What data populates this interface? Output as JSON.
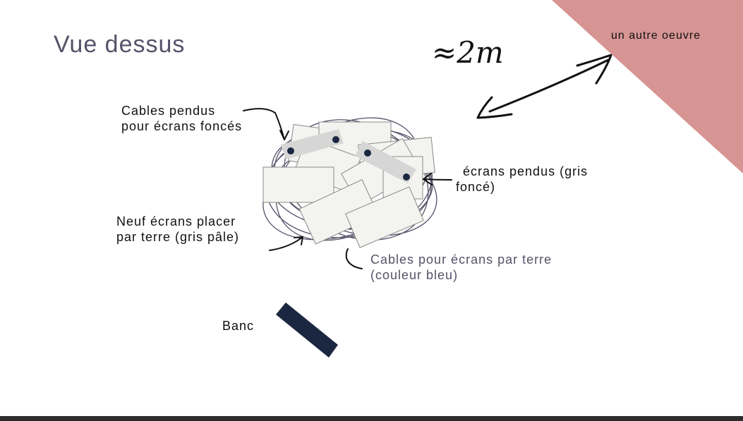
{
  "title": "Vue dessus",
  "distance_label": "≈2m",
  "other_work_label": "un autre  oeuvre",
  "labels": {
    "hanging_cables": [
      "Cables pendus",
      "pour écrans foncés"
    ],
    "hanging_screens": [
      "écrans pendus (gris",
      "foncé)"
    ],
    "floor_screens": [
      "Neuf écrans placer",
      "par terre (gris pâle)"
    ],
    "floor_cables": [
      "Cables pour écrans par terre",
      "(couleur bleu)"
    ],
    "bench": "Banc"
  },
  "colors": {
    "other_work": "#d69493",
    "screen_light": "#f3f3f0",
    "screen_dark": "#d6d6d6",
    "cable": "#545369",
    "bench": "#1b2740",
    "dot": "#1b2740"
  }
}
